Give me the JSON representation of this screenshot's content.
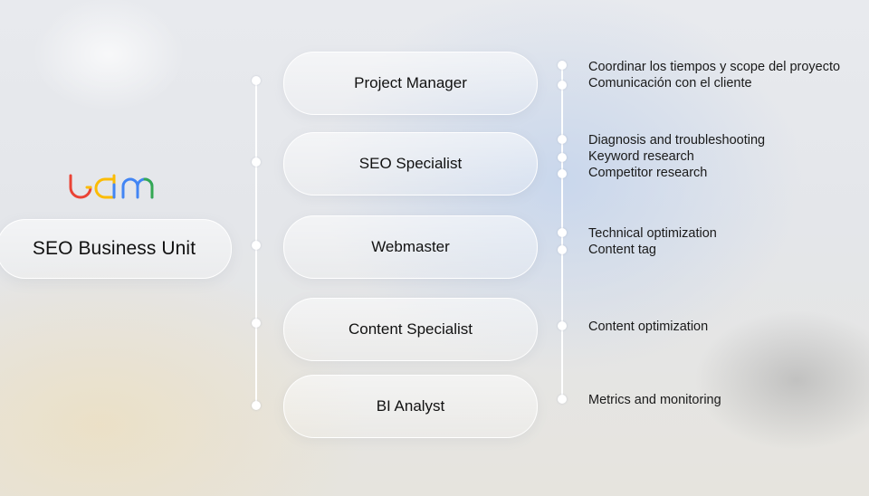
{
  "logo": {
    "text": "udm",
    "colors": [
      "#ea4335",
      "#fbbc05",
      "#4285f4",
      "#34a853"
    ]
  },
  "unit": {
    "label": "SEO Business Unit"
  },
  "roles": [
    {
      "label": "Project Manager"
    },
    {
      "label": "SEO Specialist"
    },
    {
      "label": "Webmaster"
    },
    {
      "label": "Content Specialist"
    },
    {
      "label": "BI Analyst"
    }
  ],
  "tasks": [
    "Coordinar los tiempos y scope del proyecto",
    "Comunicación con el cliente",
    "Diagnosis and troubleshooting",
    "Keyword research",
    "Competitor research",
    "Technical optimization",
    "Content tag",
    "Content optimization",
    "Metrics and monitoring"
  ]
}
